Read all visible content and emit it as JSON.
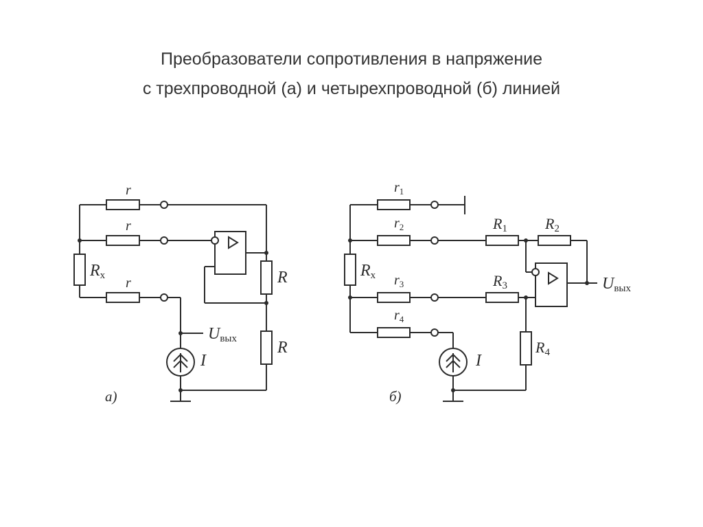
{
  "title": {
    "line1": "Преобразователи сопротивления в напряжение",
    "line2": "с трехпроводной (а) и четырехпроводной (б) линией"
  },
  "diagram_a": {
    "caption": "а)",
    "r": "r",
    "rx": "R",
    "rx_sub": "x",
    "r_right": "R",
    "uout": "U",
    "uout_sub": "вых",
    "source": "I"
  },
  "diagram_b": {
    "caption": "б)",
    "r": "r",
    "r1_sub": "1",
    "r2_sub": "2",
    "r3_sub": "3",
    "r4_sub": "4",
    "rx": "R",
    "rx_sub": "x",
    "R": "R",
    "R1_sub": "1",
    "R2_sub": "2",
    "R3_sub": "3",
    "R4_sub": "4",
    "uout": "U",
    "uout_sub": "вых",
    "source": "I"
  }
}
